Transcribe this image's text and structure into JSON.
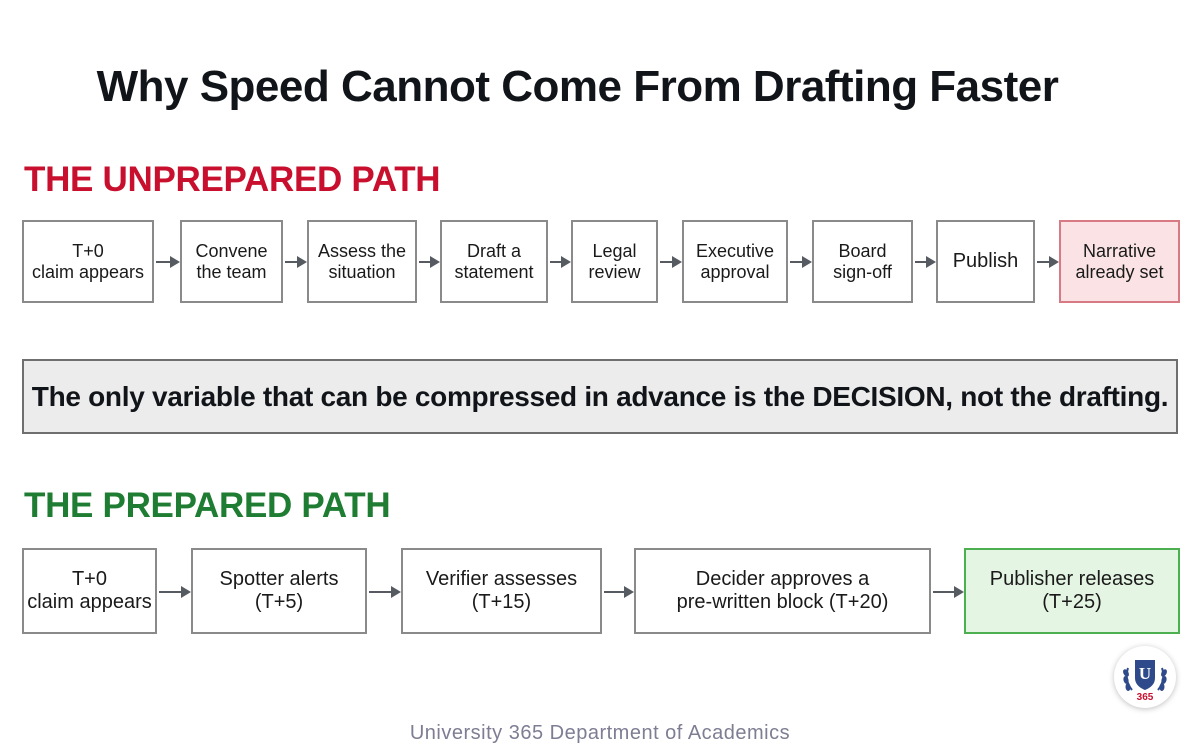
{
  "title": "Why Speed Cannot Come From Drafting Faster",
  "unprepared": {
    "heading": "THE UNPREPARED PATH",
    "steps": [
      "T+0\nclaim appears",
      "Convene\nthe team",
      "Assess the\nsituation",
      "Draft a\nstatement",
      "Legal\nreview",
      "Executive\napproval",
      "Board\nsign-off",
      "Publish",
      "Narrative\nalready set"
    ]
  },
  "callout": "The only variable that can be compressed in advance is the DECISION, not the drafting.",
  "prepared": {
    "heading": "THE PREPARED PATH",
    "steps": [
      "T+0\nclaim appears",
      "Spotter alerts\n(T+5)",
      "Verifier assesses\n(T+15)",
      "Decider approves a\npre-written block (T+20)",
      "Publisher releases\n(T+25)"
    ]
  },
  "footer": "University 365 Department of Academics",
  "logo": {
    "letter": "U",
    "number": "365"
  },
  "colors": {
    "unprepared_heading": "#c8102e",
    "prepared_heading": "#1e7d32",
    "final_unprepared_fill": "#fbe3e5",
    "final_prepared_fill": "#e5f5e3"
  }
}
